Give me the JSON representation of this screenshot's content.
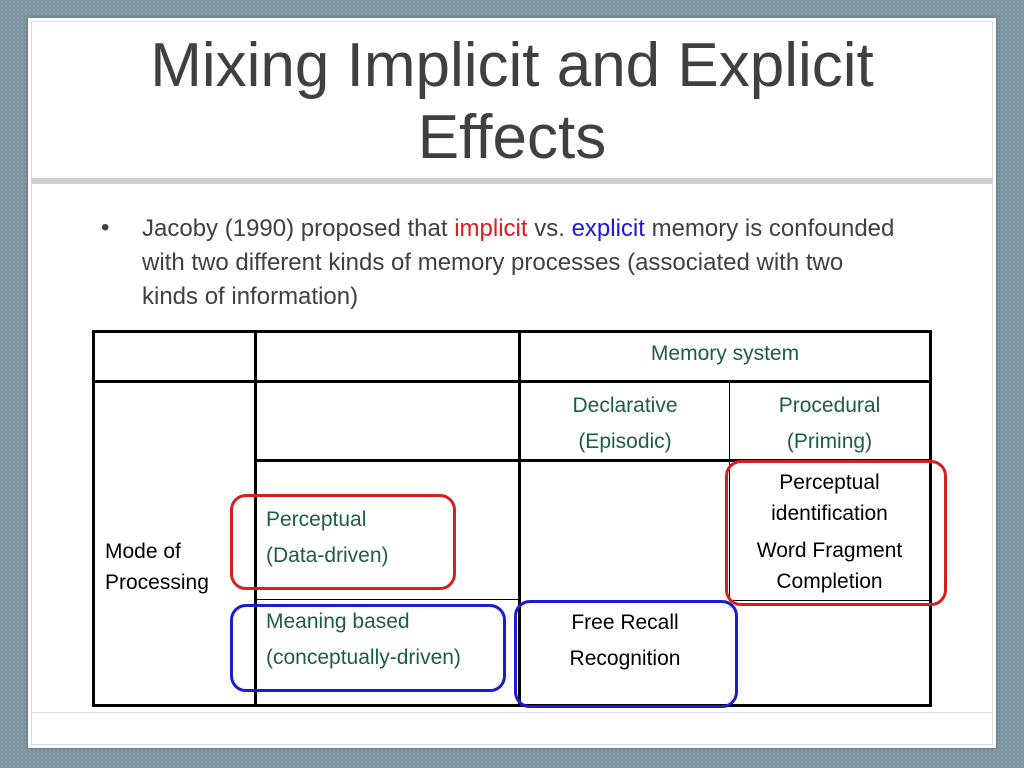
{
  "slide": {
    "title_line1": "Mixing Implicit and Explicit",
    "title_line2": "Effects",
    "bullet": {
      "text_before": "Jacoby (1990) proposed that ",
      "implicit": "implicit",
      "vs": " vs. ",
      "explicit": "explicit",
      "text_after": " memory is confounded with two different kinds of memory processes (associated with two kinds of information)"
    }
  },
  "table": {
    "memory_system": "Memory system",
    "declarative": "Declarative",
    "episodic": "(Episodic)",
    "procedural": "Procedural",
    "priming": "(Priming)",
    "mode_of": "Mode of",
    "processing": "Processing",
    "perceptual": "Perceptual",
    "data_driven": "(Data-driven)",
    "meaning_based": "Meaning based",
    "conceptually_driven": "(conceptually-driven)",
    "perceptual_identification_1": "Perceptual",
    "perceptual_identification_2": "identification",
    "word_fragment_1": "Word Fragment",
    "word_fragment_2": "Completion",
    "free_recall": "Free Recall",
    "recognition": "Recognition"
  },
  "colors": {
    "implicit": "#e01b1b",
    "explicit": "#1a1adc",
    "table_header_text": "#1d5e3f",
    "red_oval": "#d81e1e",
    "blue_oval": "#1c1ccc"
  }
}
